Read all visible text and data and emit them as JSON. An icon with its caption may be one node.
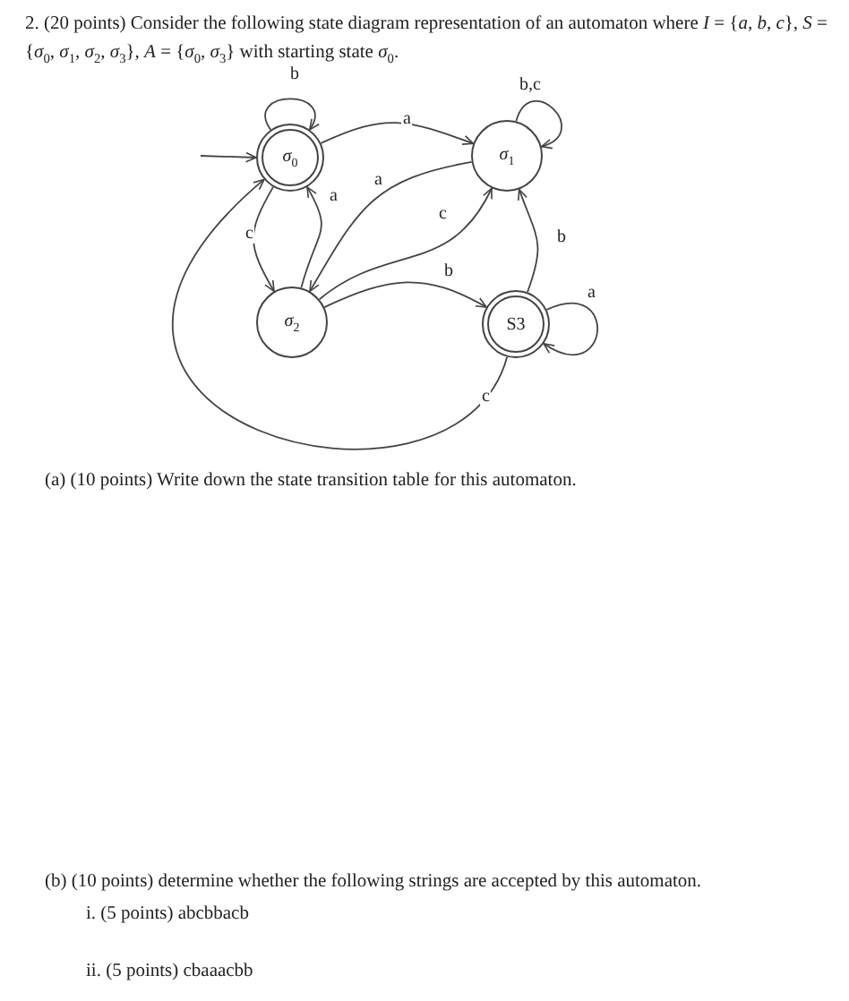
{
  "diagram": {
    "title": "2. (20 points) Consider the following state diagram representation of an automaton where *I* = {*a*, *b*, *c*},   *S* = {*σ*$_{0}$, *σ*$_{1}$, *σ*$_{2}$, *σ*$_{3}$},   *A* = {*σ*$_{0}$, *σ*$_{3}$} with starting state *σ*$_{0}$.",
    "nodes": [
      {
        "text": [
          "*σ*$_{0}$"
        ]
      },
      {
        "text": [
          "*σ*$_{1}$"
        ]
      },
      {
        "text": [
          "*σ*$_{2}$"
        ]
      },
      {
        "text": [
          "S3"
        ]
      }
    ],
    "edges": [
      {
        "from": null,
        "to": 0,
        "arrow": "to"
      },
      {
        "from": 0,
        "to": 0,
        "arrow": "to",
        "label": "b"
      },
      {
        "from": 0,
        "to": 1,
        "arrow": "to",
        "label": "a"
      },
      {
        "from": 1,
        "to": 1,
        "arrow": "to",
        "label": "b,c"
      },
      {
        "from": 1,
        "to": 2,
        "arrow": "to",
        "label": "a"
      },
      {
        "from": 2,
        "to": 0,
        "arrow": "to",
        "label": "a"
      },
      {
        "from": 0,
        "to": 2,
        "arrow": "to",
        "label": "c"
      },
      {
        "from": 2,
        "to": 1,
        "arrow": "to",
        "label": "c"
      },
      {
        "from": 2,
        "to": 3,
        "arrow": "to",
        "label": "b"
      },
      {
        "from": 3,
        "to": 1,
        "arrow": "to",
        "label": "b"
      },
      {
        "from": 3,
        "to": 3,
        "arrow": "to",
        "label": "a"
      },
      {
        "from": 3,
        "to": 0,
        "arrow": "to",
        "label": "c"
      }
    ],
    "labels": [
      "(a)  (10 points) Write down the state transition table for this automaton.",
      "(b)  (10 points) determine whether the following strings are accepted by this automaton.",
      "i.  (5 points) abcbbacb",
      "ii.  (5 points) cbaaacbb"
    ]
  }
}
